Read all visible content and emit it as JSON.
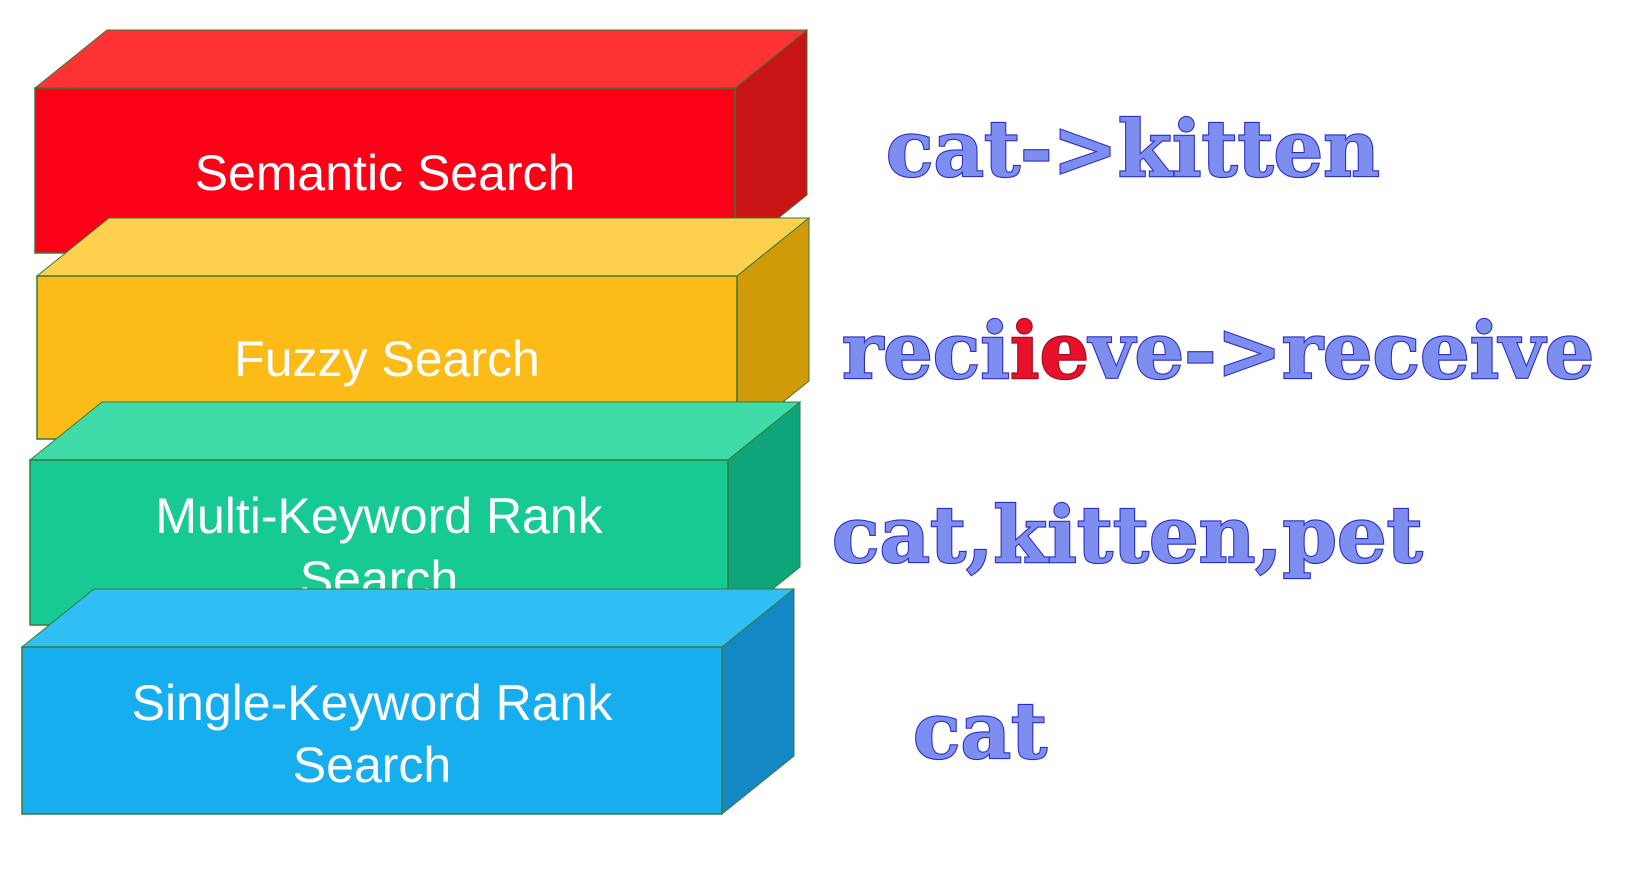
{
  "diagram": {
    "layers": [
      {
        "id": "semantic",
        "lines": [
          "Semantic Search"
        ],
        "colors": {
          "front": "#fb0016",
          "top": "#ff3333",
          "side": "#c81414"
        }
      },
      {
        "id": "fuzzy",
        "lines": [
          "Fuzzy Search"
        ],
        "colors": {
          "front": "#fcbb16",
          "top": "#fdd04d",
          "side": "#d19a08"
        }
      },
      {
        "id": "multi-keyword",
        "lines": [
          "Multi-Keyword Rank",
          "Search"
        ],
        "colors": {
          "front": "#17c993",
          "top": "#3fdcaa",
          "side": "#0fa57a"
        }
      },
      {
        "id": "single-keyword",
        "lines": [
          "Single-Keyword Rank",
          "Search"
        ],
        "colors": {
          "front": "#16aeee",
          "top": "#2fbff5",
          "side": "#1488c4"
        }
      }
    ],
    "examples": [
      {
        "id": "semantic",
        "parts": [
          {
            "text": "cat->kitten"
          }
        ]
      },
      {
        "id": "fuzzy",
        "parts": [
          {
            "text": "reci"
          },
          {
            "text": "ie",
            "highlight": true
          },
          {
            "text": "ve->receive"
          }
        ]
      },
      {
        "id": "multi-keyword",
        "parts": [
          {
            "text": "cat,kitten,pet"
          }
        ]
      },
      {
        "id": "single-keyword",
        "parts": [
          {
            "text": "cat"
          }
        ]
      }
    ],
    "example_colors": {
      "fill": "#7d8ef0",
      "stroke": "#2b2fc7",
      "highlight_fill": "#e8102a"
    }
  }
}
